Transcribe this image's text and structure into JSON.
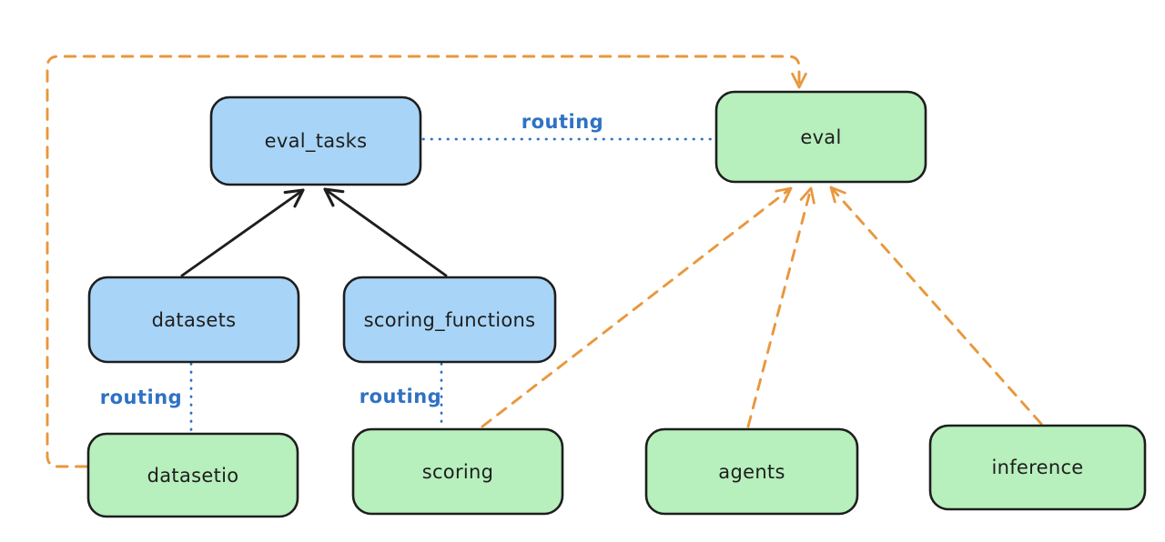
{
  "diagram": {
    "colors": {
      "background": "#ffffff",
      "node_blue_fill": "#a8d5f7",
      "node_green_fill": "#b7efbd",
      "node_stroke": "#1e1e1e",
      "text_color": "#1e1e1e",
      "routing_blue": "#2f72c4",
      "orange": "#e9973d",
      "edge_black": "#1e1e1e"
    },
    "nodes": [
      {
        "id": "eval_tasks",
        "label": "eval_tasks",
        "color": "blue"
      },
      {
        "id": "eval",
        "label": "eval",
        "color": "green"
      },
      {
        "id": "datasets",
        "label": "datasets",
        "color": "blue"
      },
      {
        "id": "scoring_functions",
        "label": "scoring_functions",
        "color": "blue"
      },
      {
        "id": "datasetio",
        "label": "datasetio",
        "color": "green"
      },
      {
        "id": "scoring",
        "label": "scoring",
        "color": "green"
      },
      {
        "id": "agents",
        "label": "agents",
        "color": "green"
      },
      {
        "id": "inference",
        "label": "inference",
        "color": "green"
      }
    ],
    "edges": [
      {
        "from": "datasets",
        "to": "eval_tasks",
        "style": "solid-black-arrow"
      },
      {
        "from": "scoring_functions",
        "to": "eval_tasks",
        "style": "solid-black-arrow"
      },
      {
        "from": "eval_tasks",
        "to": "eval",
        "style": "dotted-blue",
        "label": "routing"
      },
      {
        "from": "datasets",
        "to": "datasetio",
        "style": "dotted-blue",
        "label": "routing"
      },
      {
        "from": "scoring_functions",
        "to": "scoring",
        "style": "dotted-blue",
        "label": "routing"
      },
      {
        "from": "datasetio",
        "to": "eval",
        "style": "dashed-orange-arrow"
      },
      {
        "from": "scoring",
        "to": "eval",
        "style": "dashed-orange-arrow"
      },
      {
        "from": "agents",
        "to": "eval",
        "style": "dashed-orange-arrow"
      },
      {
        "from": "inference",
        "to": "eval",
        "style": "dashed-orange-arrow"
      }
    ]
  }
}
